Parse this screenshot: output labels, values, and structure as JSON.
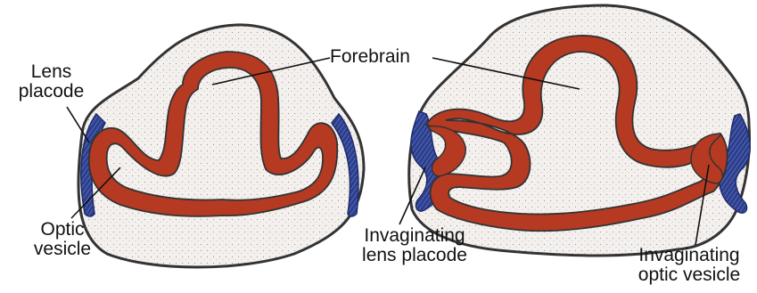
{
  "labels": {
    "lens_placode_l1": "Lens",
    "lens_placode_l2": "placode",
    "forebrain": "Forebrain",
    "optic_vesicle_l1": "Optic",
    "optic_vesicle_l2": "vesicle",
    "invag_lens_l1": "Invaginating",
    "invag_lens_l2": "lens placode",
    "invag_optic_l1": "Invaginating",
    "invag_optic_l2": "optic vesicle"
  },
  "colors": {
    "neural_tissue": "#b63a22",
    "placode": "#2c3f8e",
    "surface": "#f4f0ee",
    "outline": "#333333"
  }
}
